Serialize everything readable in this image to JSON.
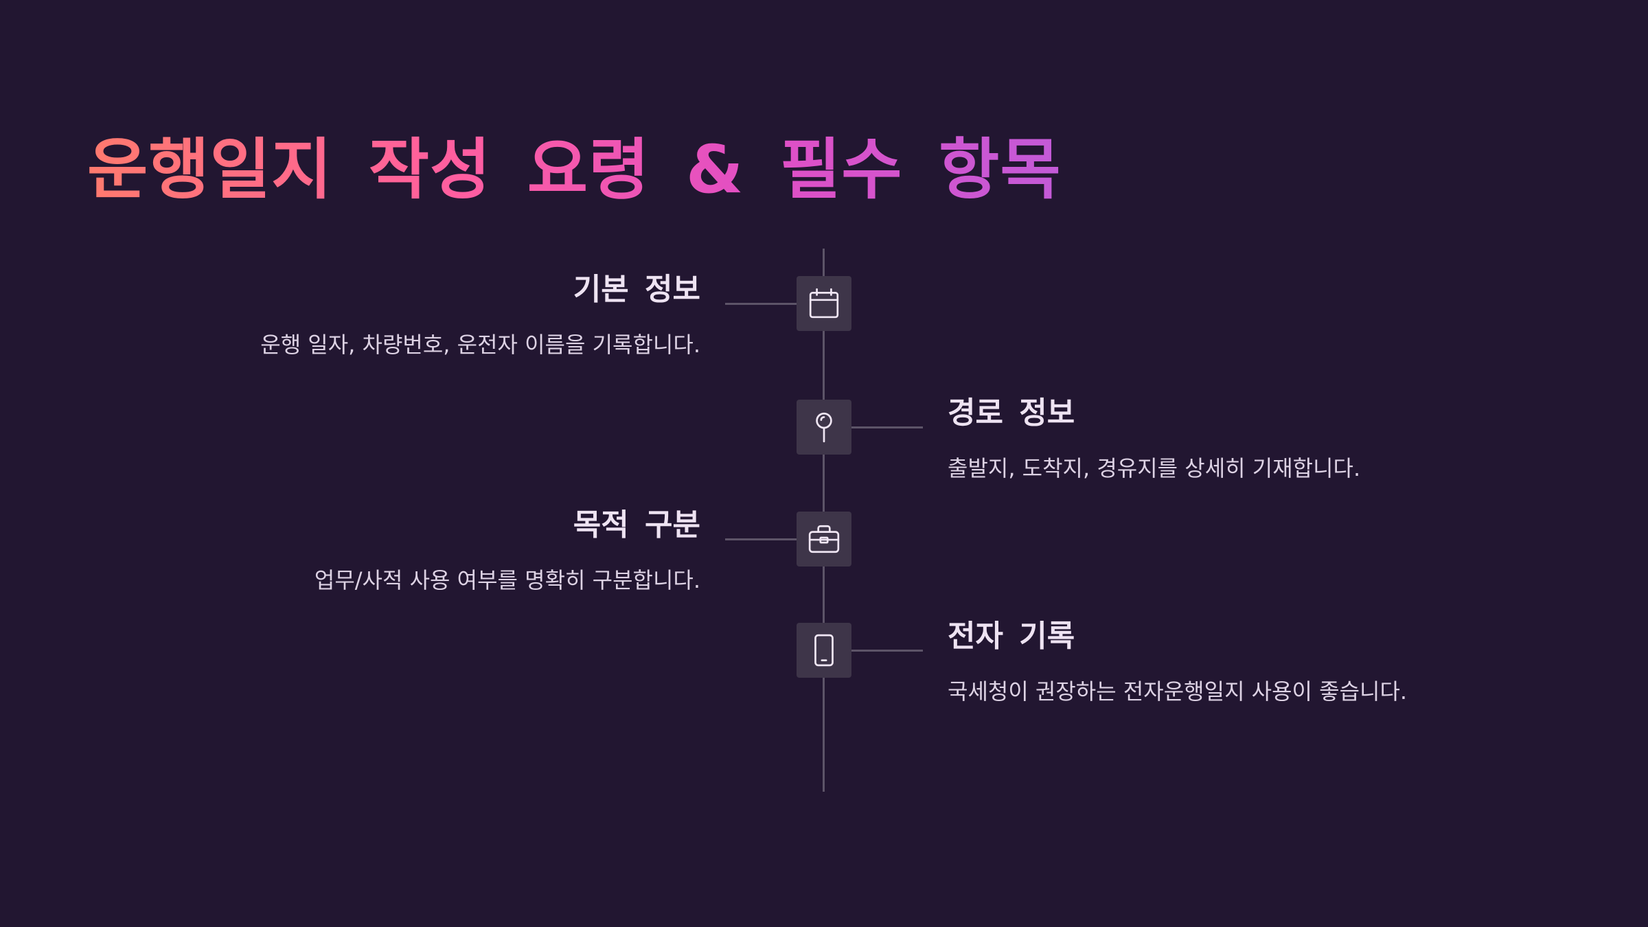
{
  "slide": {
    "title": "운행일지 작성 요령 & 필수 항목",
    "accent_gradient": [
      "#ff7a6e",
      "#ff5ea0",
      "#e24fc4",
      "#c35ad8"
    ],
    "background_color": "#221631"
  },
  "timeline": {
    "items": [
      {
        "title": "기본 정보",
        "description": "운행 일자, 차량번호, 운전자 이름을 기록합니다.",
        "icon": "calendar-icon",
        "side": "left"
      },
      {
        "title": "경로 정보",
        "description": "출발지, 도착지, 경유지를 상세히 기재합니다.",
        "icon": "map-pin-icon",
        "side": "right"
      },
      {
        "title": "목적 구분",
        "description": "업무/사적 사용 여부를 명확히 구분합니다.",
        "icon": "briefcase-icon",
        "side": "left"
      },
      {
        "title": "전자 기록",
        "description": "국세청이 권장하는 전자운행일지 사용이 좋습니다.",
        "icon": "smartphone-icon",
        "side": "right"
      }
    ]
  }
}
